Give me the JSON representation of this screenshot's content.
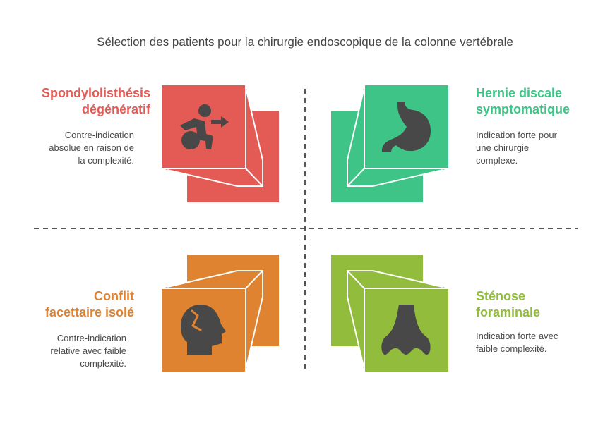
{
  "title": "Sélection des patients pour la chirurgie endoscopique de la colonne vertébrale",
  "quadrants": [
    {
      "heading_1": "Spondylolisthésis",
      "heading_2": "dégénératif",
      "desc": [
        "Contre-indication",
        "absolue en raison de",
        "la complexité."
      ],
      "color": "#E45A55",
      "icon": "wheelchair-exit-icon"
    },
    {
      "heading_1": "Hernie discale",
      "heading_2": "symptomatique",
      "desc": [
        "Indication forte pour",
        "une chirurgie",
        "complexe."
      ],
      "color": "#3EC486",
      "icon": "stomach-icon"
    },
    {
      "heading_1": "Conflit",
      "heading_2": "facettaire isolé",
      "desc": [
        "Contre-indication",
        "relative avec faible",
        "complexité."
      ],
      "color": "#DF8331",
      "icon": "head-injury-icon"
    },
    {
      "heading_1": "Sténose",
      "heading_2": "foraminale",
      "desc": [
        "Indication forte avec",
        "faible complexité."
      ],
      "color": "#92BC3B",
      "icon": "nose-icon"
    }
  ]
}
